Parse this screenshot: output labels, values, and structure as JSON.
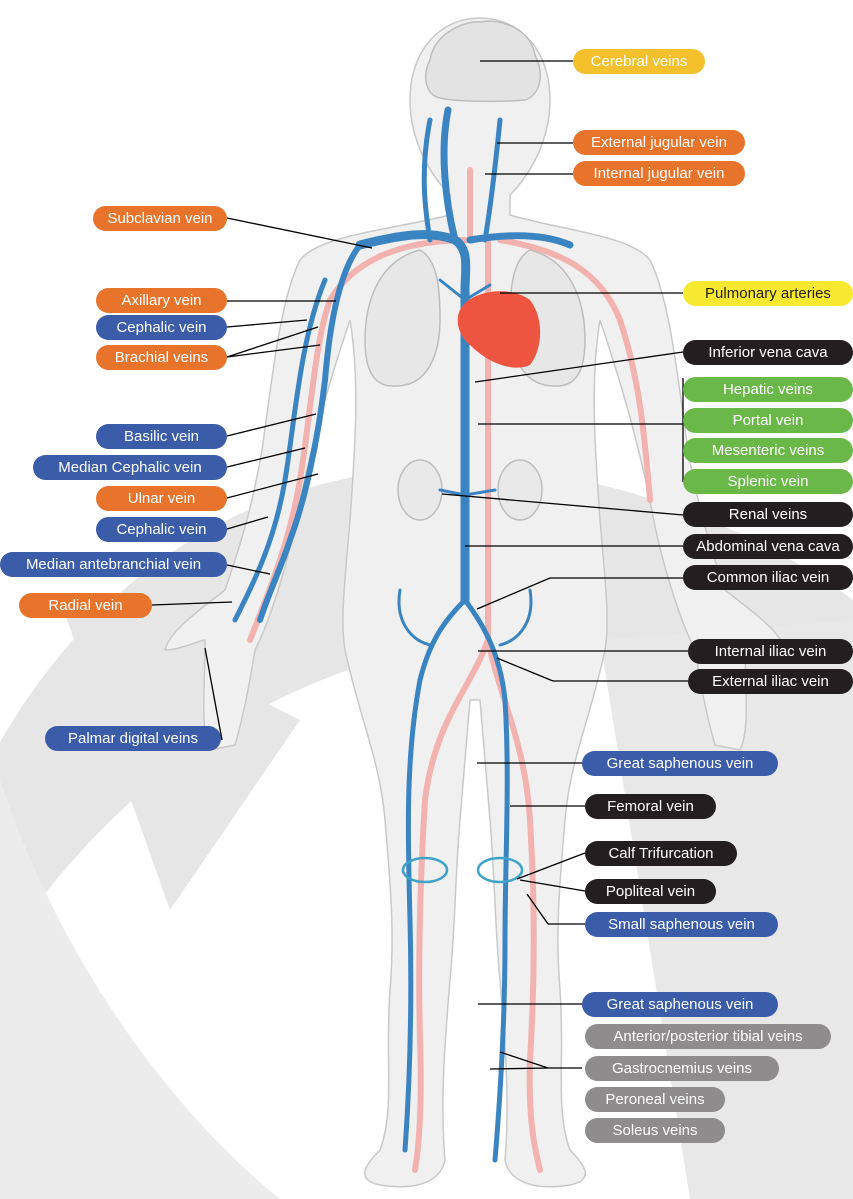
{
  "colors": {
    "orange": "#e8732b",
    "blue": "#3a5ca9",
    "yellow": "#f4c02c",
    "bright_yellow": "#f7e92f",
    "green": "#69b848",
    "black": "#231f20",
    "gray": "#8e8c8c",
    "vein": "#3b84c2",
    "artery": "#f2b3b0",
    "heart": "#ed5540",
    "body_fill": "#f0f0f0",
    "body_outline": "#c9c9c9",
    "background_arrow": "#e6e6e6"
  },
  "labels": {
    "cerebral_veins": "Cerebral veins",
    "external_jugular_vein": "External jugular vein",
    "internal_jugular_vein": "Internal jugular vein",
    "subclavian_vein": "Subclavian vein",
    "pulmonary_arteries": "Pulmonary arteries",
    "axillary_vein": "Axillary vein",
    "cephalic_vein_upper": "Cephalic vein",
    "brachial_veins": "Brachial veins",
    "inferior_vena_cava": "Inferior vena cava",
    "hepatic_veins": "Hepatic veins",
    "portal_vein": "Portal vein",
    "mesenteric_veins": "Mesenteric veins",
    "splenic_vein": "Splenic vein",
    "basilic_vein": "Basilic vein",
    "median_cephalic_vein": "Median Cephalic vein",
    "ulnar_vein": "Ulnar vein",
    "renal_veins": "Renal veins",
    "cephalic_vein_lower": "Cephalic vein",
    "abdominal_vena_cava": "Abdominal vena cava",
    "median_antebranchial_vein": "Median antebranchial vein",
    "common_iliac_vein": "Common iliac vein",
    "radial_vein": "Radial vein",
    "internal_iliac_vein": "Internal iliac vein",
    "external_iliac_vein": "External iliac vein",
    "palmar_digital_veins": "Palmar digital veins",
    "great_saphenous_vein_upper": "Great saphenous vein",
    "femoral_vein": "Femoral vein",
    "calf_trifurcation": "Calf Trifurcation",
    "popliteal_vein": "Popliteal vein",
    "small_saphenous_vein": "Small saphenous vein",
    "great_saphenous_vein_lower": "Great saphenous vein",
    "anterior_posterior_tibial_veins": "Anterior/posterior tibial veins",
    "gastrocnemius_veins": "Gastrocnemius veins",
    "peroneal_veins": "Peroneal veins",
    "soleus_veins": "Soleus veins"
  }
}
